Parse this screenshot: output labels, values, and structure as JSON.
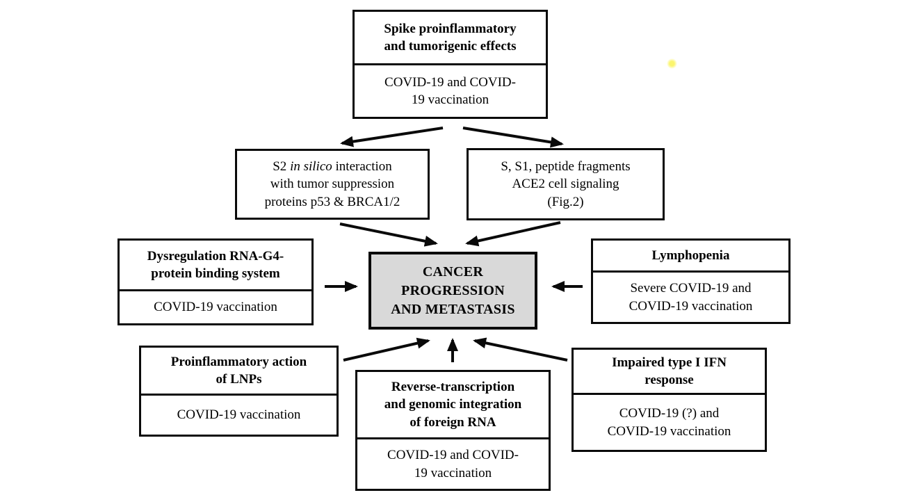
{
  "figure": {
    "type": "flow-diagram",
    "background_color": "#ffffff",
    "line_color": "#0a0a0a",
    "center_fill_color": "#d9d9d9",
    "artifact_dot_color": "#fbf56e"
  },
  "boxes": {
    "spike": {
      "header_lines": [
        "Spike proinflammatory",
        "and tumorigenic effects"
      ],
      "body_lines": [
        "COVID-19 and COVID-",
        "19 vaccination"
      ]
    },
    "s2": {
      "line1_pre": "S2 ",
      "line1_italic": "in silico",
      "line1_post": " interaction",
      "line2": "with tumor suppression",
      "line3": "proteins p53 & BRCA1/2"
    },
    "ss1": {
      "lines": [
        "S, S1, peptide fragments",
        "ACE2 cell signaling",
        "(Fig.2)"
      ]
    },
    "center": {
      "lines": [
        "CANCER",
        "PROGRESSION",
        "AND METASTASIS"
      ]
    },
    "dysregulation": {
      "header_lines": [
        "Dysregulation RNA-G4-",
        "protein binding system"
      ],
      "body_lines": [
        "COVID-19 vaccination"
      ]
    },
    "lymphopenia": {
      "header_lines": [
        "Lymphopenia"
      ],
      "body_lines": [
        "Severe COVID-19 and",
        "COVID-19 vaccination"
      ]
    },
    "lnp": {
      "header_lines": [
        "Proinflammatory action",
        "of LNPs"
      ],
      "body_lines": [
        "COVID-19 vaccination"
      ]
    },
    "reverse_transcription": {
      "header_lines": [
        "Reverse-transcription",
        "and genomic integration",
        "of foreign RNA"
      ],
      "body_lines": [
        "COVID-19 and COVID-",
        "19 vaccination"
      ]
    },
    "ifn": {
      "header_lines": [
        "Impaired type I IFN",
        "response"
      ],
      "body_lines": [
        "COVID-19 (?) and",
        "COVID-19 vaccination"
      ]
    }
  },
  "connections": [
    {
      "from": "spike",
      "to": "s2"
    },
    {
      "from": "spike",
      "to": "ss1"
    },
    {
      "from": "s2",
      "to": "center"
    },
    {
      "from": "ss1",
      "to": "center"
    },
    {
      "from": "dysregulation",
      "to": "center"
    },
    {
      "from": "lymphopenia",
      "to": "center"
    },
    {
      "from": "lnp",
      "to": "center"
    },
    {
      "from": "reverse_transcription",
      "to": "center"
    },
    {
      "from": "ifn",
      "to": "center"
    }
  ]
}
